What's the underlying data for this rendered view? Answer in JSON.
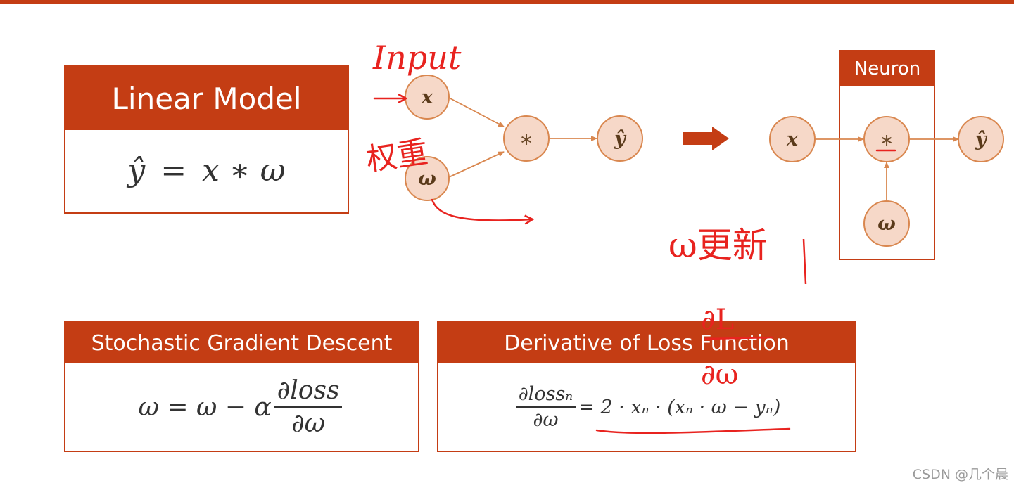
{
  "linear_model": {
    "title": "Linear Model",
    "lhs": "ŷ",
    "eq": "=",
    "rhs": "x ∗ ω"
  },
  "diagram_left": {
    "x": "x",
    "w": "ω",
    "op": "∗",
    "y": "ŷ"
  },
  "diagram_right": {
    "neuron_title": "Neuron",
    "x": "x",
    "op": "∗",
    "w": "ω",
    "y": "ŷ"
  },
  "handwriting": {
    "input": "Input",
    "weight": "权重",
    "w_update": "ω更新",
    "partial_L": "∂L",
    "partial_w": "∂ω"
  },
  "sgd": {
    "title": "Stochastic Gradient Descent",
    "lhs": "ω = ω − α",
    "num": "∂loss",
    "den": "∂ω"
  },
  "derivative": {
    "title": "Derivative of Loss Function",
    "num": "∂lossₙ",
    "den": "∂ω",
    "rhs": "= 2 · xₙ · (xₙ · ω − yₙ)"
  },
  "watermark": "CSDN @几个晨",
  "colors": {
    "accent": "#c43d14",
    "node_fill": "#f6d8c8",
    "node_stroke": "#d9874f",
    "ink_red": "#e8231f"
  }
}
